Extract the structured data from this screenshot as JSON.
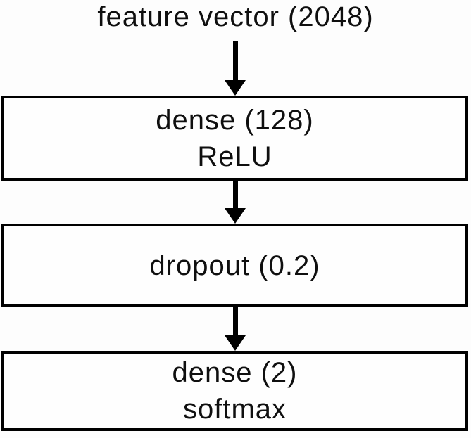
{
  "colors": {
    "background": "#fdfdfd",
    "box-fill": "#fefefe",
    "line": "#000000",
    "text": "#0f0f0f"
  },
  "diagram": {
    "input_label": "feature vector (2048)",
    "nodes": [
      {
        "lines": [
          "dense (128)",
          "ReLU"
        ]
      },
      {
        "lines": [
          "dropout (0.2)"
        ]
      },
      {
        "lines": [
          "dense (2)",
          "softmax"
        ]
      }
    ]
  }
}
